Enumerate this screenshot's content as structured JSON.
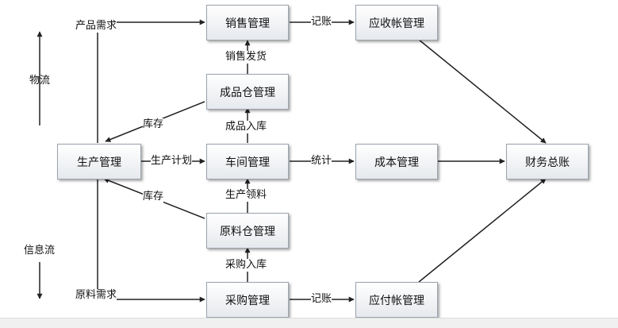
{
  "nodes": {
    "sales_mgmt": "销售管理",
    "receivable_mgmt": "应收帐管理",
    "finished_goods_warehouse": "成品仓管理",
    "production_mgmt": "生产管理",
    "workshop_mgmt": "车间管理",
    "cost_mgmt": "成本管理",
    "general_ledger": "财务总账",
    "raw_material_warehouse": "原料仓管理",
    "purchase_mgmt": "采购管理",
    "payable_mgmt": "应付帐管理"
  },
  "edge_labels": {
    "product_demand": "产品需求",
    "bookkeeping_sales": "记账",
    "sales_shipment": "销售发货",
    "inventory_top": "库存",
    "finished_goods_inbound": "成品入库",
    "production_plan": "生产计划",
    "statistics": "统计",
    "inventory_bottom": "库存",
    "production_material_requisition": "生产领料",
    "purchase_inbound": "采购入库",
    "raw_material_demand": "原料需求",
    "bookkeeping_purchase": "记账"
  },
  "side_labels": {
    "logistics": "物流",
    "information_flow": "信息流"
  }
}
